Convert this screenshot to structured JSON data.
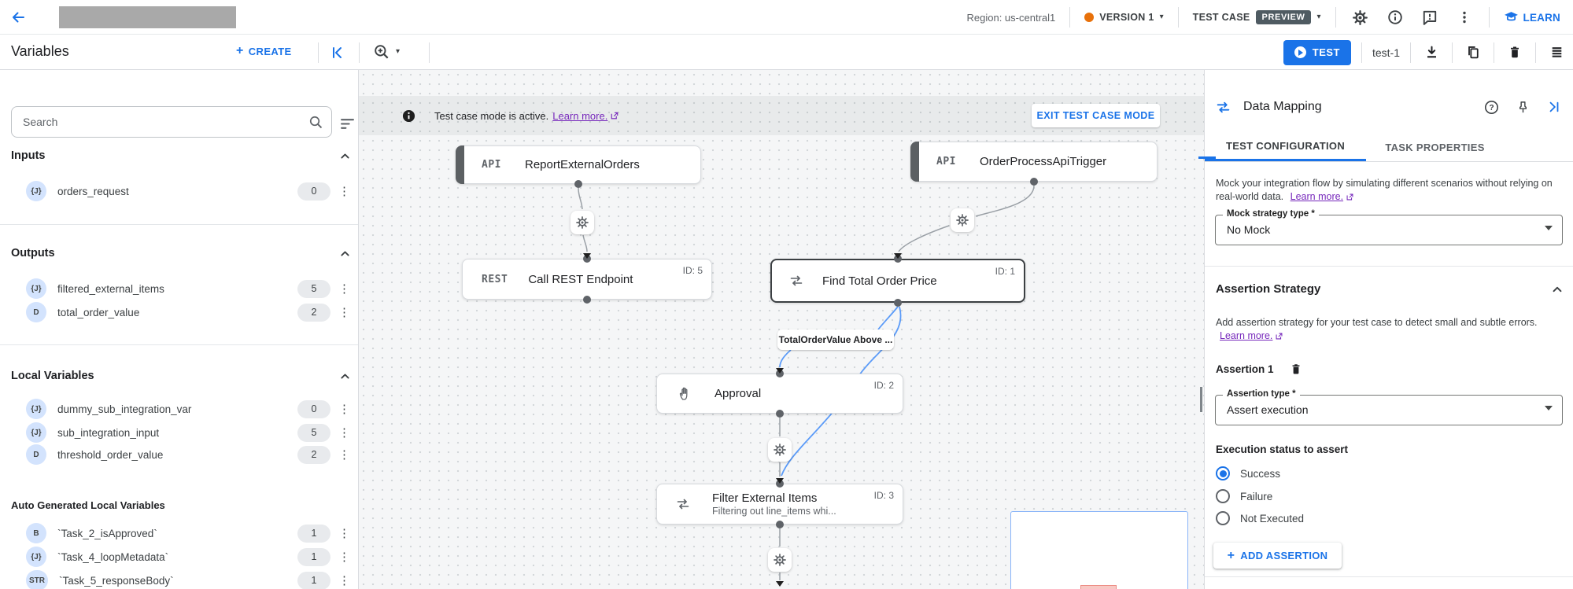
{
  "icons": {
    "help_glyph": "?",
    "kebab_glyph": "⋮",
    "caret_glyph": "▾",
    "info_glyph": "i",
    "plus_glyph": "+"
  },
  "topbar": {
    "region": "Region: us-central1",
    "version": "VERSION 1",
    "test_case": "TEST CASE",
    "preview": "PREVIEW",
    "learn": "LEARN"
  },
  "toolbar": {
    "title": "Variables",
    "create": "CREATE",
    "test": "TEST",
    "test_case_name": "test-1"
  },
  "variables": {
    "search_placeholder": "Search",
    "sections": [
      {
        "title": "Inputs",
        "items": [
          {
            "type": "{J}",
            "name": "orders_request",
            "count": "0"
          }
        ]
      },
      {
        "title": "Outputs",
        "items": [
          {
            "type": "{J}",
            "name": "filtered_external_items",
            "count": "5"
          },
          {
            "type": "D",
            "name": "total_order_value",
            "count": "2"
          }
        ]
      },
      {
        "title": "Local Variables",
        "items": [
          {
            "type": "{J}",
            "name": "dummy_sub_integration_var",
            "count": "0"
          },
          {
            "type": "{J}",
            "name": "sub_integration_input",
            "count": "5"
          },
          {
            "type": "D",
            "name": "threshold_order_value",
            "count": "2"
          }
        ]
      },
      {
        "title": "Auto Generated Local Variables",
        "items": [
          {
            "type": "B",
            "name": "`Task_2_isApproved`",
            "count": "1"
          },
          {
            "type": "{J}",
            "name": "`Task_4_loopMetadata`",
            "count": "1"
          },
          {
            "type": "STR",
            "name": "`Task_5_responseBody`",
            "count": "1"
          }
        ]
      }
    ]
  },
  "canvas": {
    "banner": {
      "message": "Test case mode is active.",
      "link": "Learn more.",
      "exit": "EXIT TEST CASE MODE"
    },
    "edge_label": "TotalOrderValue Above ...",
    "nodes": {
      "report": {
        "tag": "API",
        "title": "ReportExternalOrders"
      },
      "trigger": {
        "tag": "API",
        "title": "OrderProcessApiTrigger"
      },
      "rest": {
        "tag": "REST",
        "title": "Call REST Endpoint",
        "id": "ID: 5"
      },
      "find_total": {
        "title": "Find Total Order Price",
        "id": "ID: 1"
      },
      "approval": {
        "title": "Approval",
        "id": "ID: 2"
      },
      "filter": {
        "title": "Filter External Items",
        "id": "ID: 3",
        "subtitle": "Filtering out line_items whi..."
      }
    }
  },
  "panel": {
    "title": "Data Mapping",
    "tabs": [
      {
        "label": "TEST CONFIGURATION"
      },
      {
        "label": "TASK PROPERTIES"
      }
    ],
    "mock": {
      "description": "Mock your integration flow by simulating different scenarios without relying on real-world data.",
      "link": "Learn more.",
      "field_label": "Mock strategy type *",
      "value": "No Mock"
    },
    "assertion": {
      "title": "Assertion Strategy",
      "description": "Add assertion strategy for your test case to detect small and subtle errors.",
      "link": "Learn more.",
      "item_title": "Assertion 1",
      "type_label": "Assertion type *",
      "type_value": "Assert execution",
      "status_label": "Execution status to assert",
      "options": [
        "Success",
        "Failure",
        "Not Executed"
      ],
      "selected": "Success",
      "add": "ADD ASSERTION"
    }
  },
  "colors": {
    "accent": "#1a73e8",
    "edge_blue": "#5b9bf8",
    "version_dot": "#e8710a",
    "preview_badge": "#4f5b62",
    "link_purple": "#7627bb"
  }
}
